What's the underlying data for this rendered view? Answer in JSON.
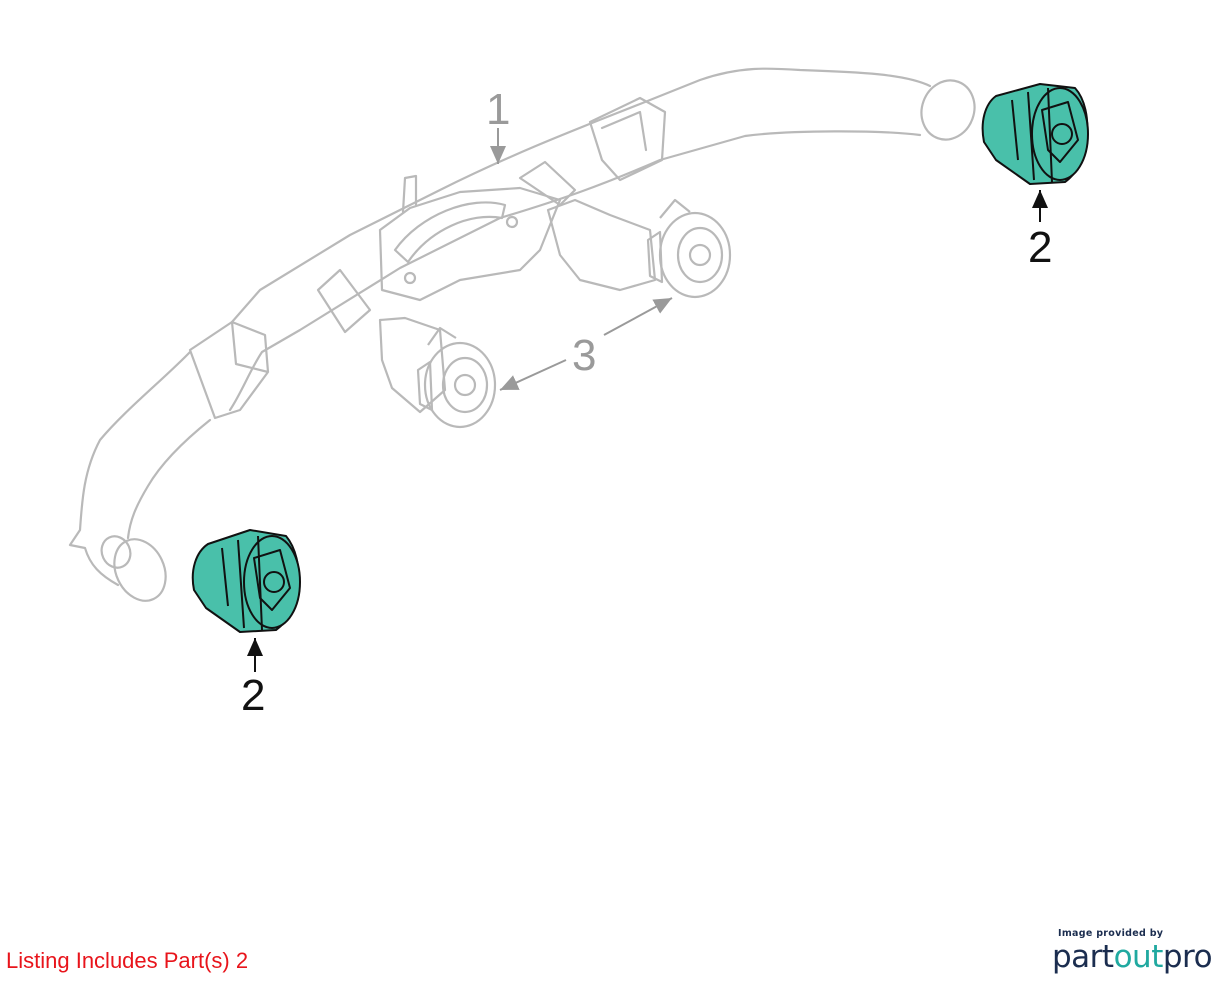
{
  "colors": {
    "line_gray": "#b9b9b9",
    "callout_gray": "#9a9a9a",
    "highlight_fill": "#49c0aa",
    "highlight_stroke": "#111111",
    "note_red": "#e8141b",
    "logo_navy": "#1b2d4f",
    "logo_teal": "#20a9a0"
  },
  "callouts": {
    "duct": "1",
    "vent_right": "2",
    "vent_left": "2",
    "center_vents": "3"
  },
  "footer": {
    "listing_note": "Listing Includes Part(s) 2",
    "credit_caption": "Image provided by",
    "logo_part": "part",
    "logo_out": "out",
    "logo_pro": "pro"
  }
}
